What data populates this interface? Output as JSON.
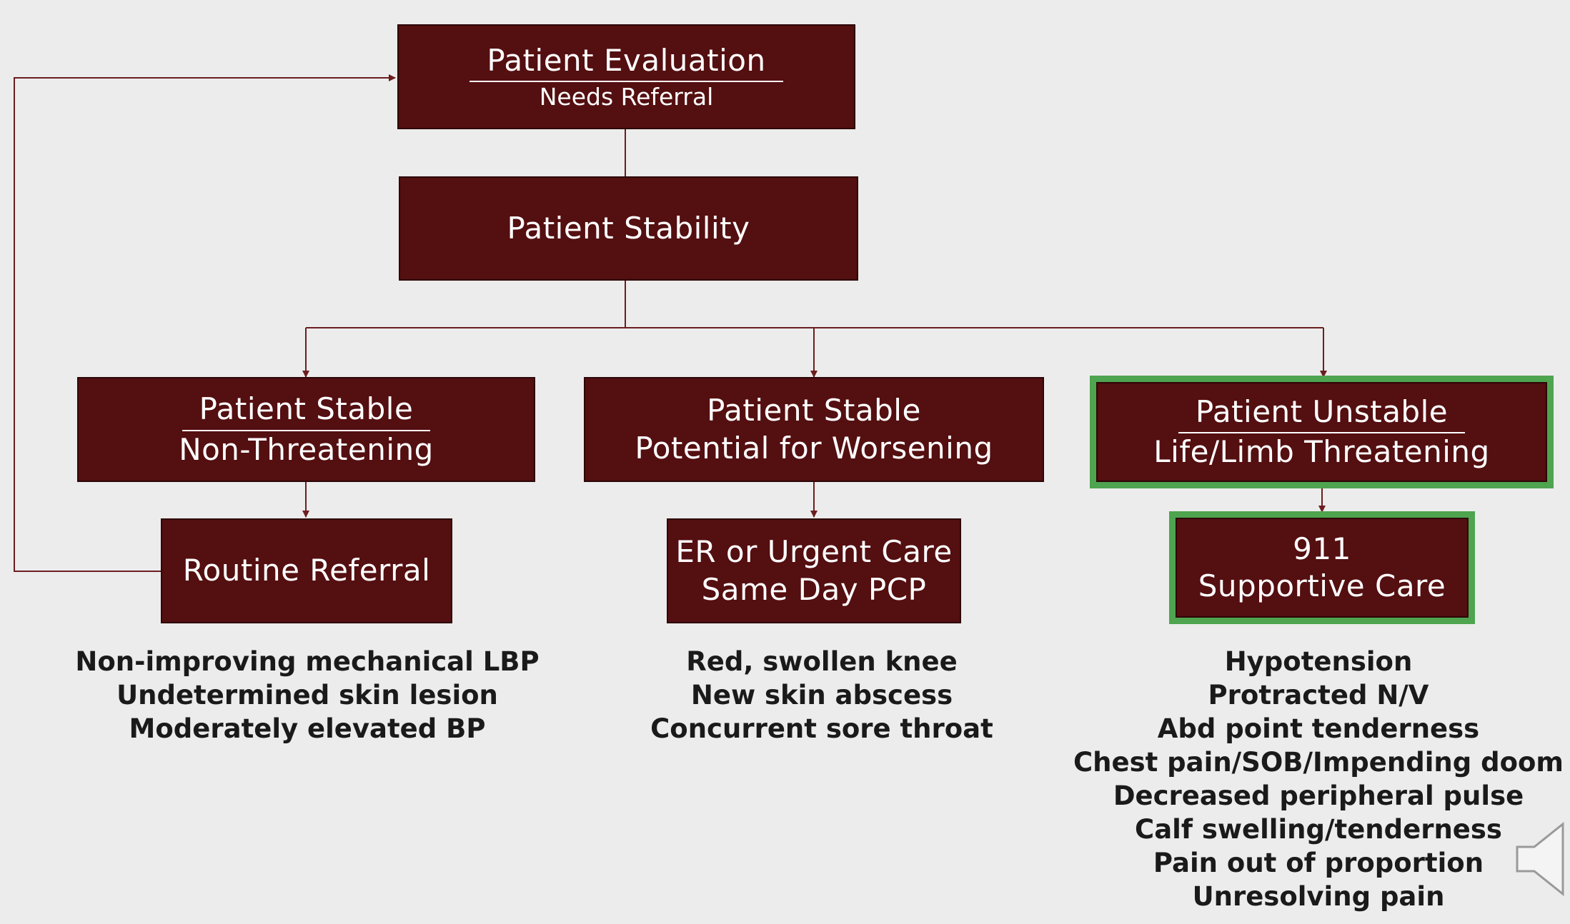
{
  "colors": {
    "box_fill": "#540f11",
    "box_text": "#ffffff",
    "connector": "#6b1e1f",
    "highlight": "#4ea44f",
    "background": "#ececec",
    "list_text": "#1a1a1a"
  },
  "evaluation": {
    "title": "Patient Evaluation",
    "subtitle": "Needs Referral"
  },
  "stability": {
    "title": "Patient Stability"
  },
  "branches": {
    "stable": {
      "title": "Patient Stable",
      "subtitle": "Non-Threatening",
      "action": "Routine Referral",
      "examples": [
        "Non-improving mechanical LBP",
        "Undetermined skin lesion",
        "Moderately elevated BP"
      ]
    },
    "worsening": {
      "title": "Patient Stable",
      "subtitle": "Potential for Worsening",
      "action_line1": "ER or Urgent Care",
      "action_line2": "Same Day PCP",
      "examples": [
        "Red, swollen knee",
        "New skin abscess",
        "Concurrent sore throat"
      ]
    },
    "unstable": {
      "title": "Patient Unstable",
      "subtitle": "Life/Limb Threatening",
      "action_line1": "911",
      "action_line2": "Supportive Care",
      "examples": [
        "Hypotension",
        "Protracted N/V",
        "Abd point tenderness",
        "Chest pain/SOB/Impending doom",
        "Decreased peripheral pulse",
        "Calf swelling/tenderness",
        "Pain out of proportion",
        "Unresolving pain"
      ]
    }
  },
  "icons": {
    "speaker": "speaker-icon"
  }
}
